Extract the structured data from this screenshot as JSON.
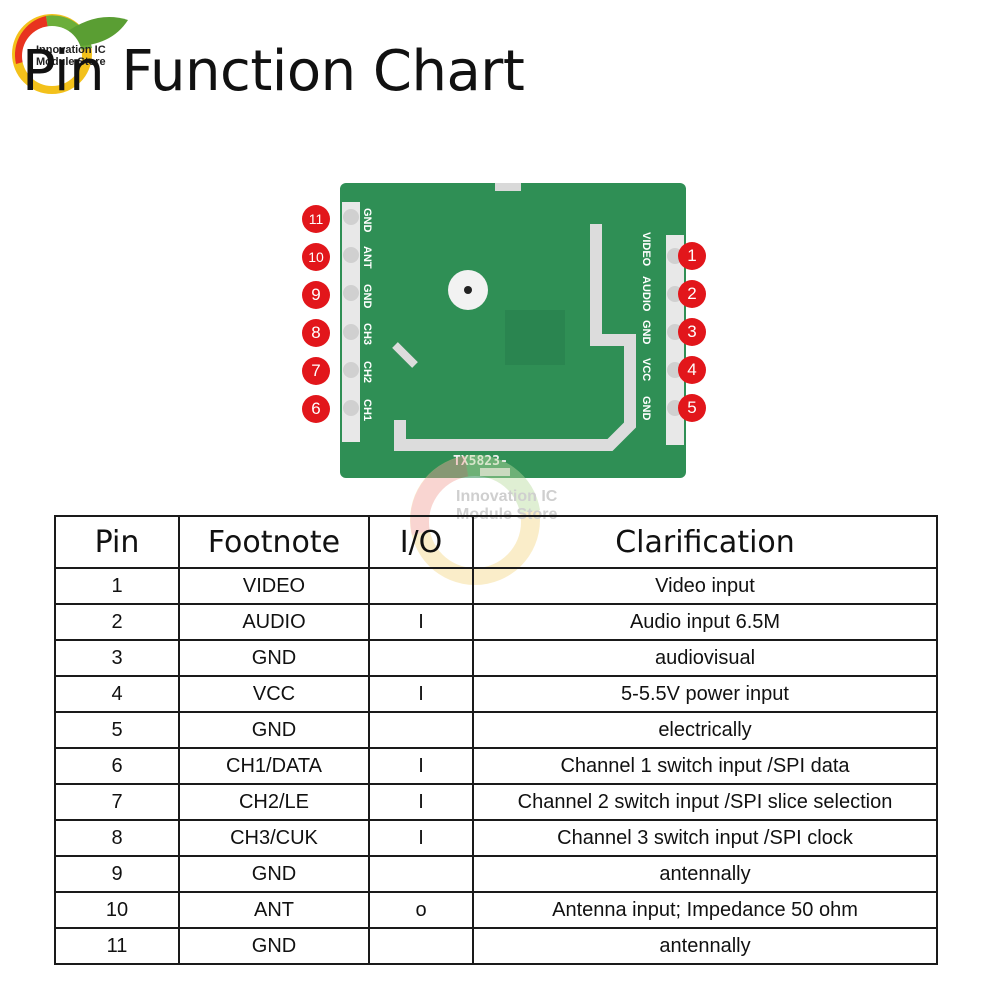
{
  "logo": {
    "line1": "Innovation IC",
    "line2": "Module Store"
  },
  "title": "Pin Function Chart",
  "board": {
    "chip_label": "TX5823-",
    "left_pins": [
      {
        "num": "11",
        "label": "GND"
      },
      {
        "num": "10",
        "label": "ANT"
      },
      {
        "num": "9",
        "label": "GND"
      },
      {
        "num": "8",
        "label": "CH3"
      },
      {
        "num": "7",
        "label": "CH2"
      },
      {
        "num": "6",
        "label": "CH1"
      }
    ],
    "right_pins": [
      {
        "num": "1",
        "label": "VIDEO"
      },
      {
        "num": "2",
        "label": "AUDIO"
      },
      {
        "num": "3",
        "label": "GND"
      },
      {
        "num": "4",
        "label": "VCC"
      },
      {
        "num": "5",
        "label": "GND"
      }
    ]
  },
  "watermark": {
    "line1": "Innovation IC",
    "line2": "Module Store"
  },
  "table": {
    "headers": [
      "Pin",
      "Footnote",
      "I/O",
      "Clarification"
    ],
    "rows": [
      [
        "1",
        "VIDEO",
        "",
        "Video input"
      ],
      [
        "2",
        "AUDIO",
        "I",
        "Audio input 6.5M"
      ],
      [
        "3",
        "GND",
        "",
        "audiovisual"
      ],
      [
        "4",
        "VCC",
        "I",
        "5-5.5V power input"
      ],
      [
        "5",
        "GND",
        "",
        "electrically"
      ],
      [
        "6",
        "CH1/DATA",
        "I",
        "Channel 1 switch input /SPI data"
      ],
      [
        "7",
        "CH2/LE",
        "I",
        "Channel 2 switch input /SPI slice selection"
      ],
      [
        "8",
        "CH3/CUK",
        "I",
        "Channel 3 switch input /SPI clock"
      ],
      [
        "9",
        "GND",
        "",
        "antennally"
      ],
      [
        "10",
        "ANT",
        "o",
        "Antenna input; Impedance 50 ohm"
      ],
      [
        "11",
        "GND",
        "",
        "antennally"
      ]
    ]
  },
  "colors": {
    "pcb": "#2f8f55",
    "pad": "#d9d9d9",
    "badge": "#e2161b"
  }
}
